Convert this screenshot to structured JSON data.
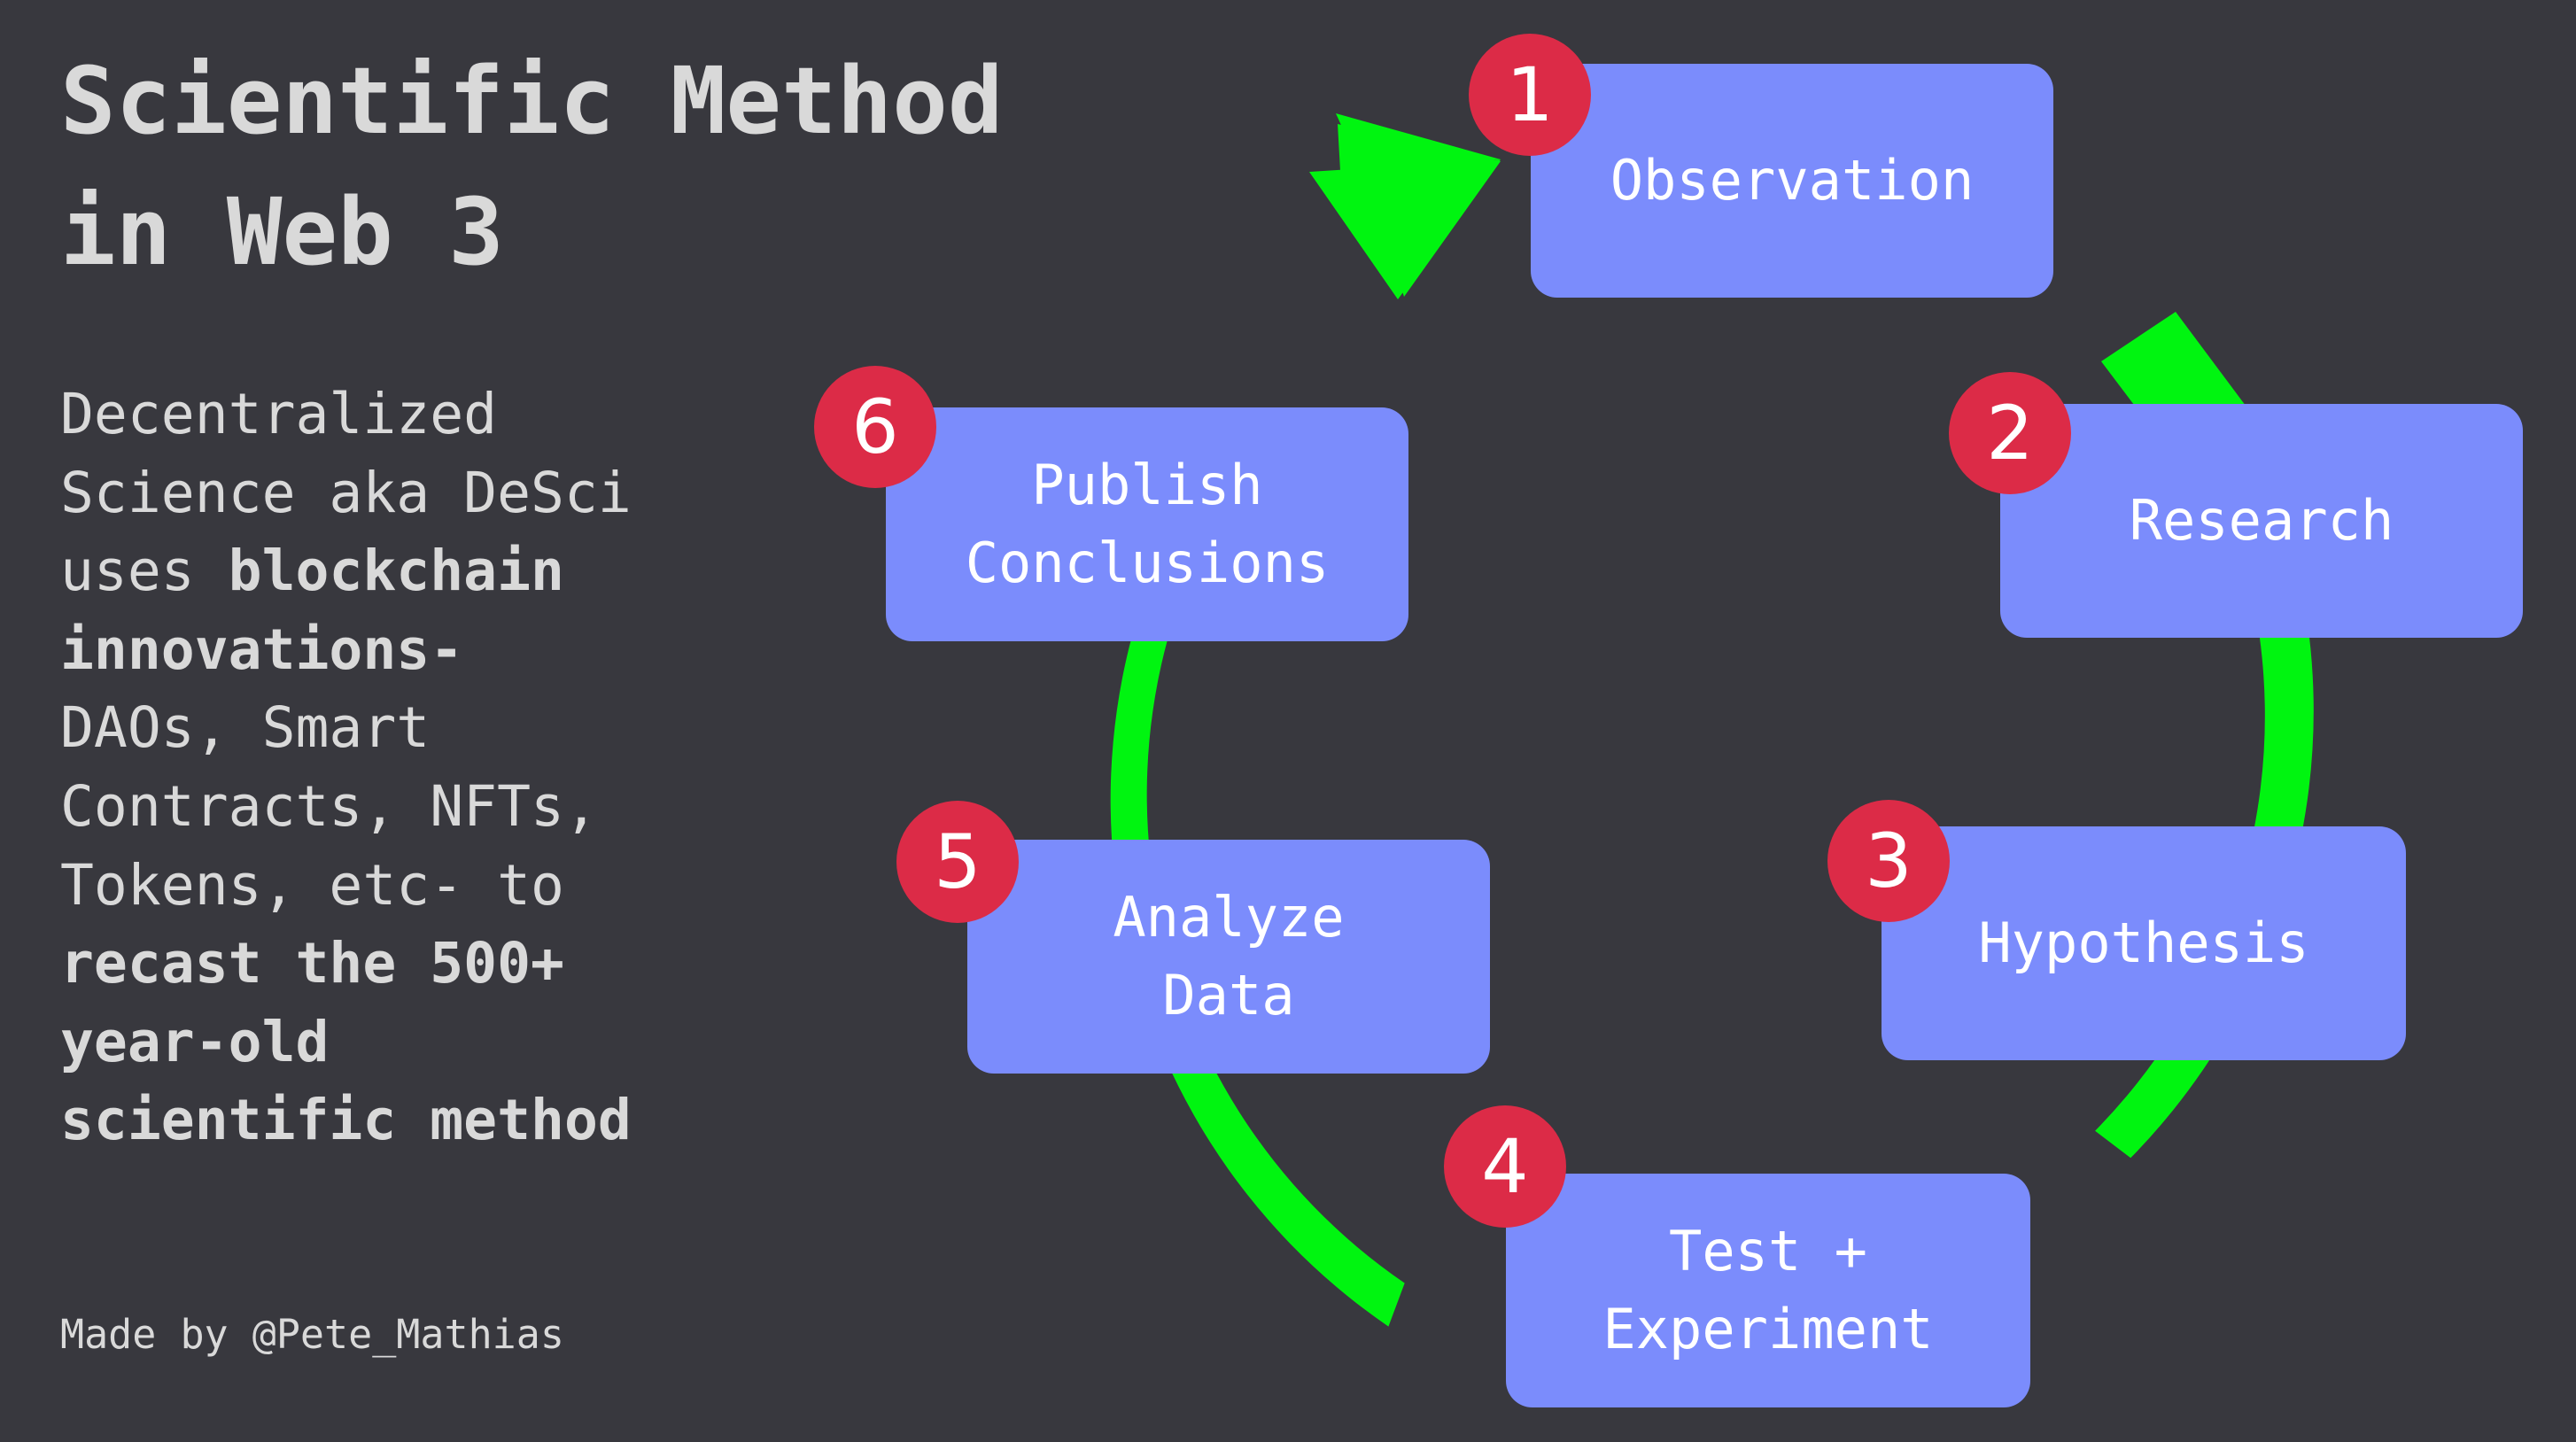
{
  "title": {
    "line1": "Scientific Method",
    "line2": "in Web 3"
  },
  "description": {
    "l1": "Decentralized",
    "l2": "Science aka DeSci",
    "l3_plain": "uses ",
    "l3_bold": "blockchain",
    "l4": "innovations-",
    "l5": "DAOs, Smart",
    "l6": "Contracts, NFTs,",
    "l7": "Tokens, etc- to",
    "l8": "recast the 500+",
    "l9": "year-old",
    "l10": "scientific method"
  },
  "credit": "Made by @Pete_Mathias",
  "colors": {
    "background": "#38383e",
    "box": "#7b8cfc",
    "badge": "#dc2b47",
    "arrow": "#00f510",
    "text": "#d9d9d9"
  },
  "steps": [
    {
      "number": "1",
      "label": "Observation"
    },
    {
      "number": "2",
      "label": "Research"
    },
    {
      "number": "3",
      "label": "Hypothesis"
    },
    {
      "number": "4",
      "label": "Test +\nExperiment"
    },
    {
      "number": "5",
      "label": "Analyze\nData"
    },
    {
      "number": "6",
      "label": "Publish\nConclusions"
    }
  ]
}
